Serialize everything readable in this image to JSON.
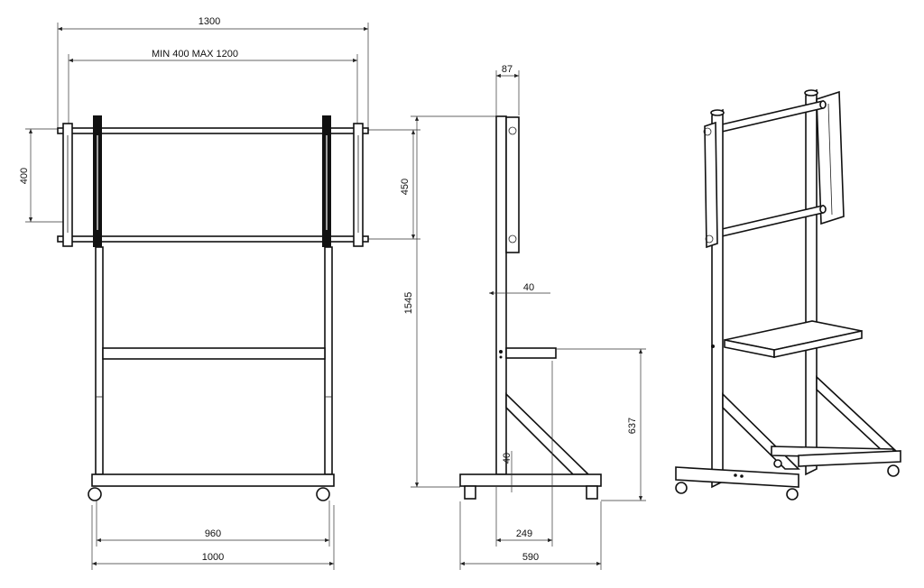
{
  "dimensions": {
    "overall_width": "1300",
    "vesa_range": "MIN 400 MAX 1200",
    "vesa_height_left": "400",
    "vesa_height_right": "450",
    "total_height": "1545",
    "depth_top": "87",
    "post_depth": "40",
    "shelf_height": "637",
    "base_height": "40",
    "inner_width": "960",
    "base_width": "1000",
    "shelf_depth": "249",
    "base_depth": "590"
  },
  "colors": {
    "line": "#111111",
    "background": "#ffffff"
  }
}
